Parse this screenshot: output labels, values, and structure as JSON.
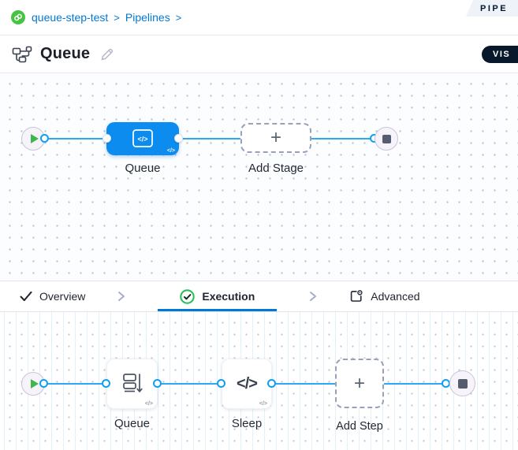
{
  "breadcrumb": {
    "project": "queue-step-test",
    "sep": ">",
    "section": "Pipelines"
  },
  "ribbon": {
    "label": "PIPE"
  },
  "header": {
    "title": "Queue"
  },
  "view_toggle": {
    "label": "VIS"
  },
  "icons": {
    "code_glyph": "</>",
    "plus": "+"
  },
  "canvas_top": {
    "stage_label": "Queue",
    "add_stage_label": "Add Stage"
  },
  "tabs": [
    {
      "label": "Overview",
      "active": false
    },
    {
      "label": "Execution",
      "active": true
    },
    {
      "label": "Advanced",
      "active": false
    }
  ],
  "canvas_bottom": {
    "steps": [
      {
        "label": "Queue"
      },
      {
        "label": "Sleep"
      }
    ],
    "add_step_label": "Add Step"
  },
  "colors": {
    "accent_blue": "#0278d5",
    "node_blue": "#0b8cee",
    "connector_blue": "#2fa8f2",
    "success_green": "#2bbf5c",
    "dark_navy": "#07182b",
    "play_green": "#41b64e"
  }
}
